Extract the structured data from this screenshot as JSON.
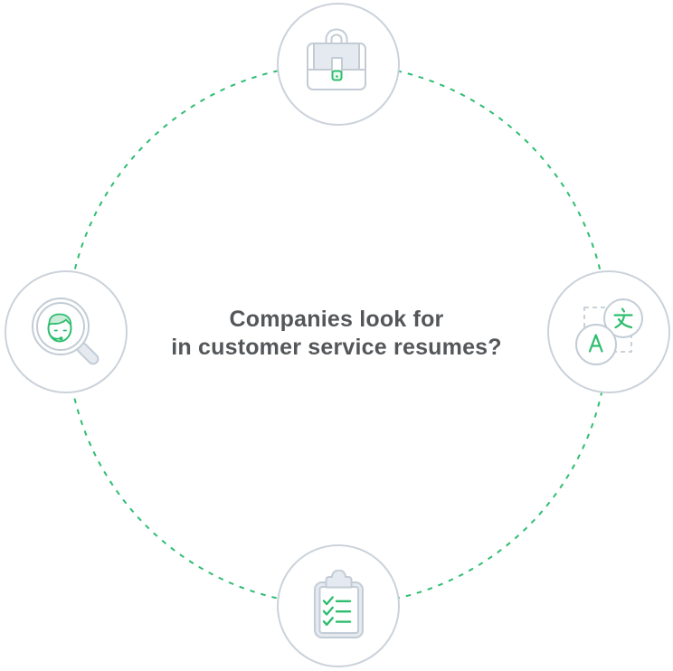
{
  "question": {
    "line1": "Companies look for",
    "line2": "in customer service resumes?"
  },
  "colors": {
    "dash_green": "#2ebd71",
    "icon_green": "#2dbd6e",
    "icon_green_light_fill": "#ccecdb",
    "icon_stroke_gray": "#c3ccd5",
    "icon_light_fill": "#e4eaef",
    "node_border": "#cbd2da",
    "text_color": "#54575a"
  },
  "nodes": {
    "top": {
      "icon": "briefcase-icon"
    },
    "left": {
      "icon": "search-person-icon"
    },
    "right": {
      "icon": "translate-icon",
      "char_primary": "文",
      "char_secondary": "A"
    },
    "bottom": {
      "icon": "checklist-clipboard-icon"
    }
  }
}
